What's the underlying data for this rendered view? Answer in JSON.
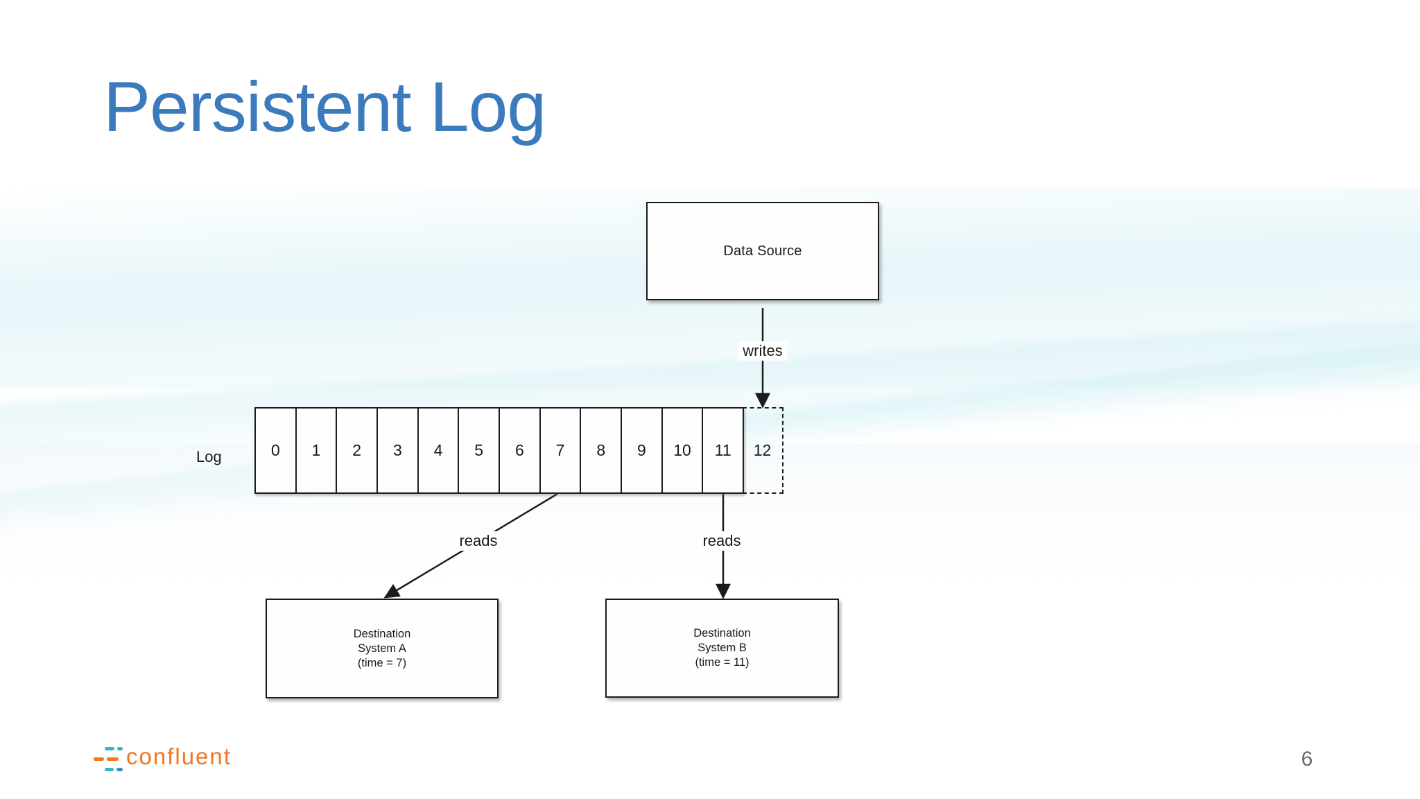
{
  "slide": {
    "title": "Persistent Log",
    "page_number": "6"
  },
  "logo": {
    "text": "confluent"
  },
  "diagram": {
    "data_source_label": "Data Source",
    "writes_label": "writes",
    "log_label": "Log",
    "cells": [
      "0",
      "1",
      "2",
      "3",
      "4",
      "5",
      "6",
      "7",
      "8",
      "9",
      "10",
      "11"
    ],
    "dashed_cell": "12",
    "reads_label_a": "reads",
    "reads_label_b": "reads",
    "destination_a": [
      "Destination",
      "System A",
      "(time = 7)"
    ],
    "destination_b": [
      "Destination",
      "System B",
      "(time = 11)"
    ]
  },
  "colors": {
    "title_blue": "#3b7abd",
    "diagram_line": "#1c1c1c",
    "page_number_gray": "#67676f",
    "confluent_orange": "#f0761f",
    "confluent_teal": "#35b5cb",
    "background_wave_cyan": "#e2f4f8"
  }
}
